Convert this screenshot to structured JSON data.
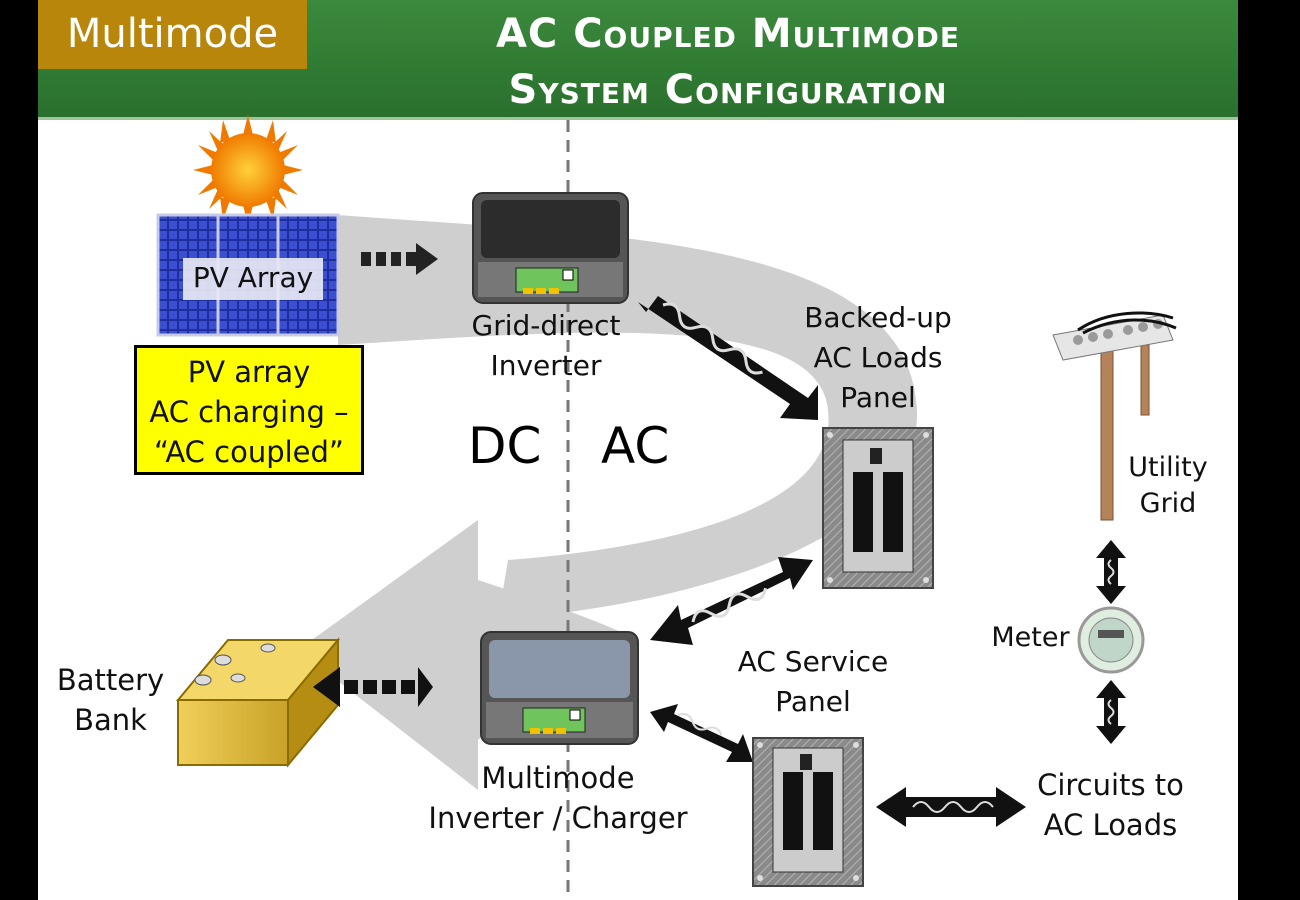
{
  "header": {
    "badge": "Multimode",
    "title_line1": "AC Coupled Multimode",
    "title_line2": "System Configuration"
  },
  "labels": {
    "pv_array": "PV Array",
    "grid_direct_line1": "Grid-direct",
    "grid_direct_line2": "Inverter",
    "backed_up_line1": "Backed-up",
    "backed_up_line2": "AC Loads",
    "backed_up_line3": "Panel",
    "utility_line1": "Utility",
    "utility_line2": "Grid",
    "meter": "Meter",
    "battery_line1": "Battery",
    "battery_line2": "Bank",
    "multimode_line1": "Multimode",
    "multimode_line2": "Inverter / Charger",
    "service_line1": "AC Service",
    "service_line2": "Panel",
    "circuits_line1": "Circuits to",
    "circuits_line2": "AC Loads",
    "dc": "DC",
    "ac": "AC"
  },
  "callout": {
    "line1": "PV array",
    "line2": "AC charging –",
    "line3": "“AC coupled”"
  },
  "colors": {
    "header_green": "#2f7a32",
    "badge_gold": "#b8860b",
    "callout_yellow": "#ffff00",
    "flow_gray": "#cfcfcf"
  }
}
